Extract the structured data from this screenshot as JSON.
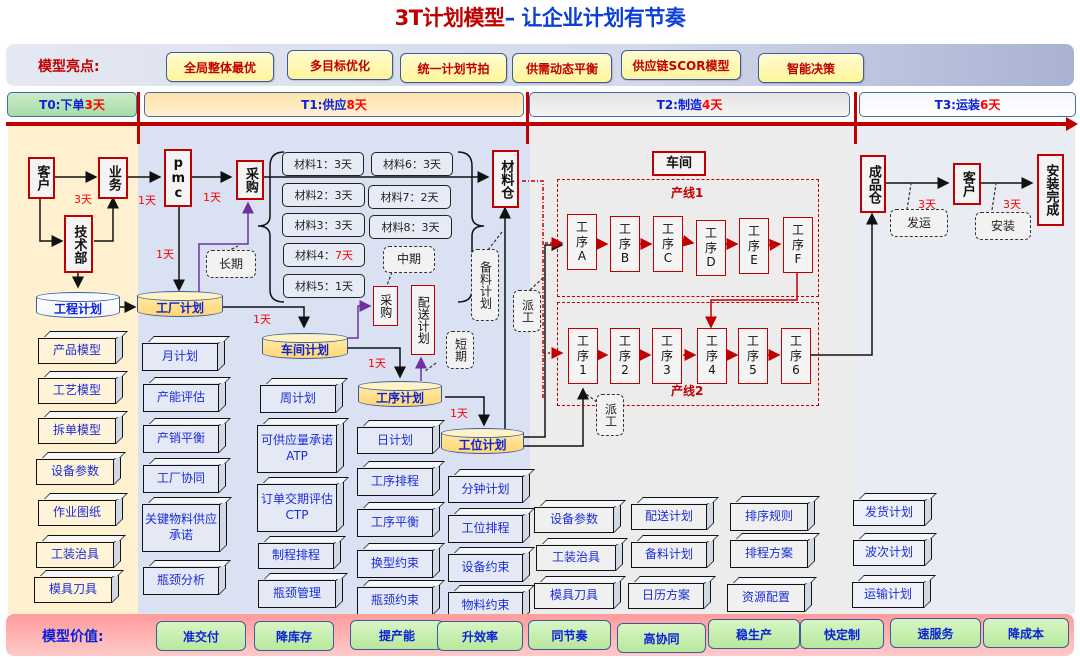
{
  "title": {
    "part1": "3T计划模型",
    "part2": "– 让企业计划有节奏"
  },
  "highlights": {
    "label": "模型亮点:",
    "items": [
      "全局整体最优",
      "多目标优化",
      "统一计划节拍",
      "供需动态平衡",
      "供应链SCOR模型",
      "智能决策"
    ]
  },
  "phases": [
    {
      "name": "T0:下单",
      "days": "3天"
    },
    {
      "name": "T1:供应",
      "days": "8天"
    },
    {
      "name": "T2:制造",
      "days": "4天"
    },
    {
      "name": "T3:运装",
      "days": "6天"
    }
  ],
  "t0": {
    "nodes": {
      "customer": "客户",
      "sales": "业务",
      "tech": "技术部"
    },
    "day_label": "3天",
    "cylinder": "工程计划",
    "blocks": [
      "产品模型",
      "工艺模型",
      "拆单模型",
      "设备参数",
      "作业图纸",
      "工装治具",
      "模具刀具"
    ]
  },
  "t1": {
    "nodes": {
      "pmc": "pmc",
      "purchase": "采购",
      "purchase2": "采购",
      "delivery_plan": "配送计划",
      "material_warehouse": "材料仓"
    },
    "day_labels": {
      "sales_to_pmc": "1天",
      "pmc_to_purchase": "1天",
      "pmc_to_factory": "1天",
      "factory_to_workshop": "1天",
      "workshop_to_process": "1天",
      "process_to_station": "1天"
    },
    "callouts": {
      "long": "长期",
      "mid": "中期",
      "short": "短期",
      "prep": "备料计划"
    },
    "materials": [
      {
        "name": "材料1：",
        "days": "3天",
        "highlight": false
      },
      {
        "name": "材料2：",
        "days": "3天",
        "highlight": false
      },
      {
        "name": "材料3：",
        "days": "3天",
        "highlight": false
      },
      {
        "name": "材料4：",
        "days": "7天",
        "highlight": true
      },
      {
        "name": "材料5：",
        "days": "1天",
        "highlight": false
      },
      {
        "name": "材料6：",
        "days": "3天",
        "highlight": false
      },
      {
        "name": "材料7：",
        "days": "2天",
        "highlight": false
      },
      {
        "name": "材料8：",
        "days": "3天",
        "highlight": false
      }
    ],
    "cylinders": {
      "factory": "工厂计划",
      "workshop": "车间计划",
      "process": "工序计划",
      "station": "工位计划"
    },
    "blocks_col1": [
      "月计划",
      "产能评估",
      "产销平衡",
      "工厂协同",
      "关键物料供应承诺",
      "瓶颈分析"
    ],
    "blocks_col2": [
      "周计划",
      "可供应量承诺ATP",
      "订单交期评估CTP",
      "制程排程",
      "瓶颈管理"
    ],
    "blocks_col3": [
      "日计划",
      "工序排程",
      "工序平衡",
      "换型约束",
      "瓶颈约束"
    ],
    "blocks_col4": [
      "分钟计划",
      "工位排程",
      "设备约束",
      "物料约束"
    ]
  },
  "t2": {
    "workshop": "车间",
    "dispatch": "派工",
    "line1": {
      "label": "产线1",
      "steps": [
        "A",
        "B",
        "C",
        "D",
        "E",
        "F"
      ]
    },
    "line2": {
      "label": "产线2",
      "steps": [
        "1",
        "2",
        "3",
        "4",
        "5",
        "6"
      ]
    },
    "step_prefix": "工序",
    "blocks_col1": [
      "设备参数",
      "工装治具",
      "模具刀具"
    ],
    "blocks_col2": [
      "配送计划",
      "备料计划",
      "日历方案"
    ],
    "blocks_col3": [
      "排序规则",
      "排程方案",
      "资源配置"
    ]
  },
  "t3": {
    "nodes": {
      "fg_warehouse": "成品仓",
      "customer": "客户",
      "install_done": "安装完成"
    },
    "callouts": {
      "ship": "发运",
      "install": "安装"
    },
    "day_labels": {
      "ship": "3天",
      "install": "3天"
    },
    "blocks": [
      "发货计划",
      "波次计划",
      "运输计划"
    ]
  },
  "values": {
    "label": "模型价值:",
    "items": [
      "准交付",
      "降库存",
      "提产能",
      "升效率",
      "同节奏",
      "高协同",
      "稳生产",
      "快定制",
      "速服务",
      "降成本"
    ]
  },
  "colors": {
    "accent_red": "#c00000",
    "text_blue": "#0b22d8",
    "days_red": "#ff0000"
  }
}
